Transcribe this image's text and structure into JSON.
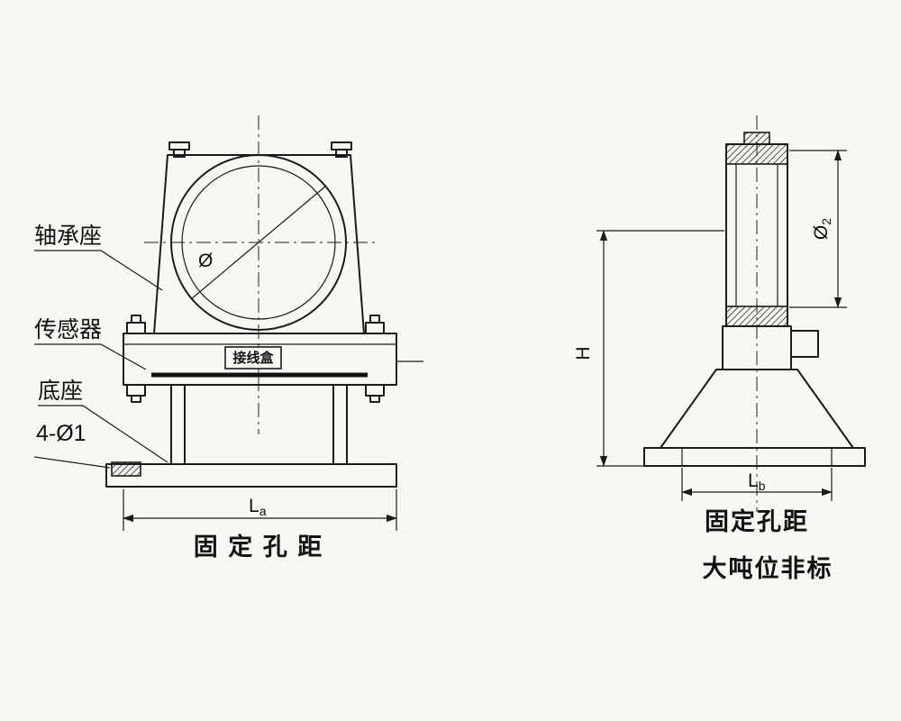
{
  "drawing": {
    "left_view": {
      "label_bearing_seat": "轴承座",
      "label_sensor": "传感器",
      "label_base": "底座",
      "label_holes": "4-Ø1",
      "label_junction_box": "接线盒",
      "label_diameter": "Ø",
      "dim_la_main": "L",
      "dim_la_sub": "a",
      "caption": "固 定 孔 距"
    },
    "right_view": {
      "dim_h": "H",
      "dim_phi2_main": "Ø",
      "dim_phi2_sub": "2",
      "dim_lb_main": "L",
      "dim_lb_sub": "b",
      "caption": "固定孔距",
      "note": "大吨位非标"
    }
  }
}
